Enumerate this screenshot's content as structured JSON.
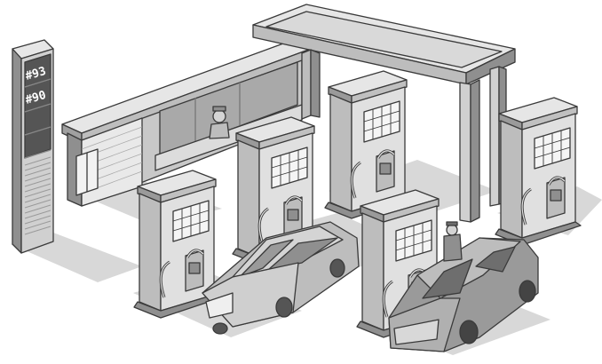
{
  "scene": {
    "sign": {
      "prices": [
        "#93",
        "#90"
      ]
    },
    "colors": {
      "outline": "#3a3a3a",
      "light": "#e6e6e6",
      "mid": "#bdbdbd",
      "dark": "#8f8f8f",
      "darker": "#6e6e6e",
      "ground": "#d8d8d8",
      "sign_panel": "#555555"
    },
    "objects": [
      "price-sign",
      "station-building",
      "attendant",
      "canopy",
      "fuel-pump",
      "sedan",
      "minivan",
      "attendant-2"
    ]
  }
}
